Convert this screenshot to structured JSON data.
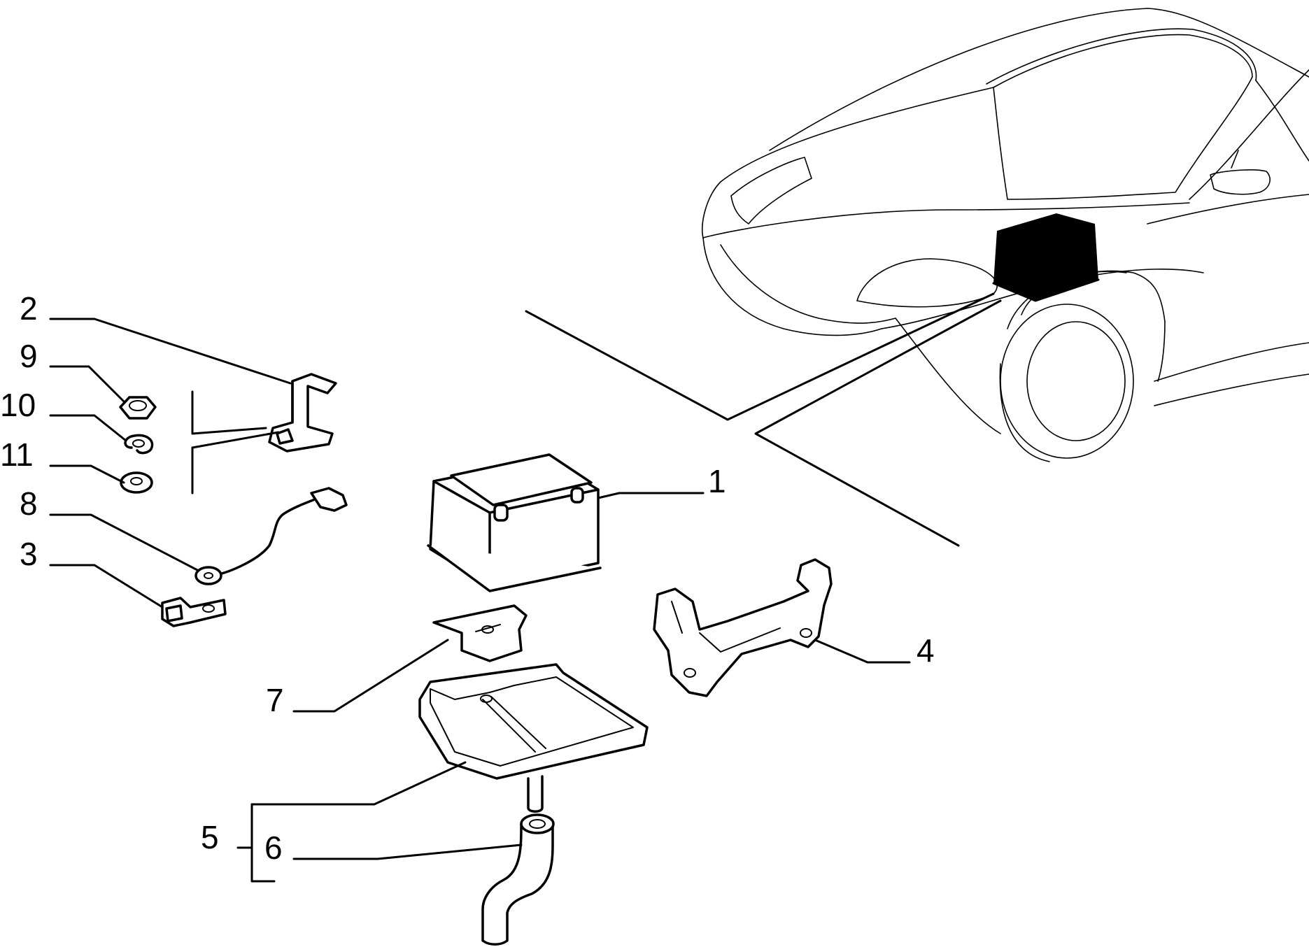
{
  "diagram": {
    "accent": "#000000",
    "background": "#ffffff",
    "callouts": [
      {
        "id": "1",
        "label": "1"
      },
      {
        "id": "2",
        "label": "2"
      },
      {
        "id": "3",
        "label": "3"
      },
      {
        "id": "4",
        "label": "4"
      },
      {
        "id": "5",
        "label": "5"
      },
      {
        "id": "6",
        "label": "6"
      },
      {
        "id": "7",
        "label": "7"
      },
      {
        "id": "8",
        "label": "8"
      },
      {
        "id": "9",
        "label": "9"
      },
      {
        "id": "10",
        "label": "10"
      },
      {
        "id": "11",
        "label": "11"
      }
    ]
  }
}
